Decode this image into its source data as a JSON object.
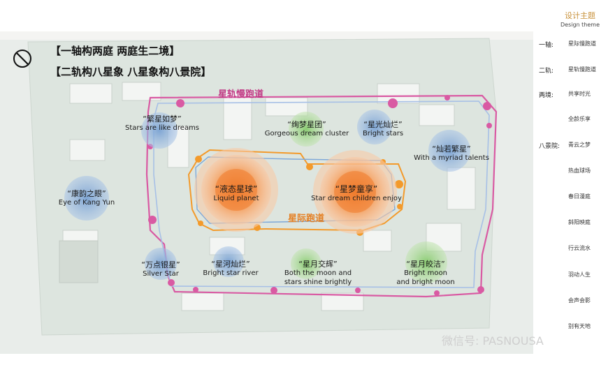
{
  "titles": {
    "line1": "【一轴构两庭  两庭生二境】",
    "line2": "【二轨构八星象  八星象构八景院】"
  },
  "paths": {
    "outer": "星轨慢跑道",
    "inner": "星际跑道"
  },
  "spots": {
    "fanxing": {
      "zh": "“繁星如梦”",
      "en": "Stars are like dreams"
    },
    "xumeng": {
      "zh": "“绚梦星团”",
      "en": "Gorgeous dream cluster"
    },
    "xingguang": {
      "zh": "“星光灿烂”",
      "en": "Bright stars"
    },
    "zhuoruo": {
      "zh": "“灿若繁星”",
      "en": "With a myriad talents"
    },
    "kangyun": {
      "zh": "“康韵之眼”",
      "en": "Eye of Kang Yun"
    },
    "yetai": {
      "zh": "“液态星球”",
      "en": "Liquid planet"
    },
    "xingmeng": {
      "zh": "“星梦童享”",
      "en": "Star dream children enjoy"
    },
    "wandian": {
      "zh": "“万点银星”",
      "en": "Silver Star"
    },
    "xinghe": {
      "zh": "“星河灿烂”",
      "en": "Bright star river"
    },
    "xingyue": {
      "zh": "“星月交辉”",
      "en": "Both the moon and",
      "en2": "stars shine brightly"
    },
    "jiaojie": {
      "zh": "“星月皎洁”",
      "en": "Bright moon",
      "en2": "and bright moon"
    }
  },
  "panel": {
    "title": "设计主题",
    "subtitle": "Design theme",
    "rows": [
      {
        "label": "一轴:",
        "value": "星际慢跑道"
      },
      {
        "label": "二轨:",
        "value": "星轨慢跑道"
      },
      {
        "label": "两境:",
        "value": "共享时光"
      },
      {
        "label": "",
        "value": "全龄乐享"
      },
      {
        "label": "八景院:",
        "value": "青云之梦"
      },
      {
        "label": "",
        "value": "热血球场"
      },
      {
        "label": "",
        "value": "春日漫庭"
      },
      {
        "label": "",
        "value": "斜阳映庭"
      },
      {
        "label": "",
        "value": "行云流水"
      },
      {
        "label": "",
        "value": "羽动人生"
      },
      {
        "label": "",
        "value": "会声会影"
      },
      {
        "label": "",
        "value": "别有天地"
      }
    ]
  },
  "watermark": "微信号: PASNOUSA",
  "colors": {
    "outer_path": "#d95aa3",
    "inner_path": "#f39a2b",
    "blue_circle": "#7fa6d6",
    "green_circle": "#8ecf74",
    "orange_circle": "#f08a3c"
  }
}
